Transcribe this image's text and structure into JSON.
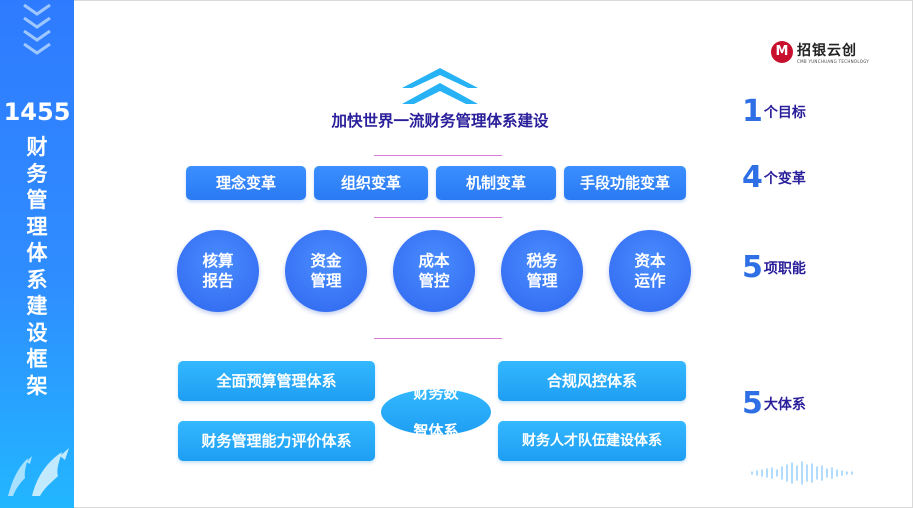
{
  "banner": {
    "number": "1455",
    "title_chars": [
      "财",
      "务",
      "管",
      "理",
      "体",
      "系",
      "建",
      "设",
      "框",
      "架"
    ]
  },
  "logo": {
    "text": "招银云创",
    "subtitle": "CMB YUNCHUANG TECHNOLOGY"
  },
  "goal": {
    "title": "加快世界一流财务管理体系建设"
  },
  "reforms": [
    "理念变革",
    "组织变革",
    "机制变革",
    "手段功能变革"
  ],
  "functions": [
    [
      "核算",
      "报告"
    ],
    [
      "资金",
      "管理"
    ],
    [
      "成本",
      "管控"
    ],
    [
      "税务",
      "管理"
    ],
    [
      "资本",
      "运作"
    ]
  ],
  "systems": {
    "top_left": "全面预算管理体系",
    "bottom_left": "财务管理能力评价体系",
    "top_right": "合规风控体系",
    "bottom_right": "财务人才队伍建设体系",
    "center": [
      "财务数",
      "智体系"
    ]
  },
  "metrics": [
    {
      "number": "1",
      "label": "个目标"
    },
    {
      "number": "4",
      "label": "个变革"
    },
    {
      "number": "5",
      "label": "项职能"
    },
    {
      "number": "5",
      "label": "大体系"
    }
  ],
  "colors": {
    "banner_blue": "#2f8dff",
    "title_purple": "#2a1f9a",
    "number_blue": "#2f6fe6",
    "reform_blue": "#2a7af3",
    "circle_blue": "#2f66ee",
    "system_cyan": "#1e9ef3",
    "divider_pink": "#d77bd2",
    "logo_red": "#c8102e"
  }
}
